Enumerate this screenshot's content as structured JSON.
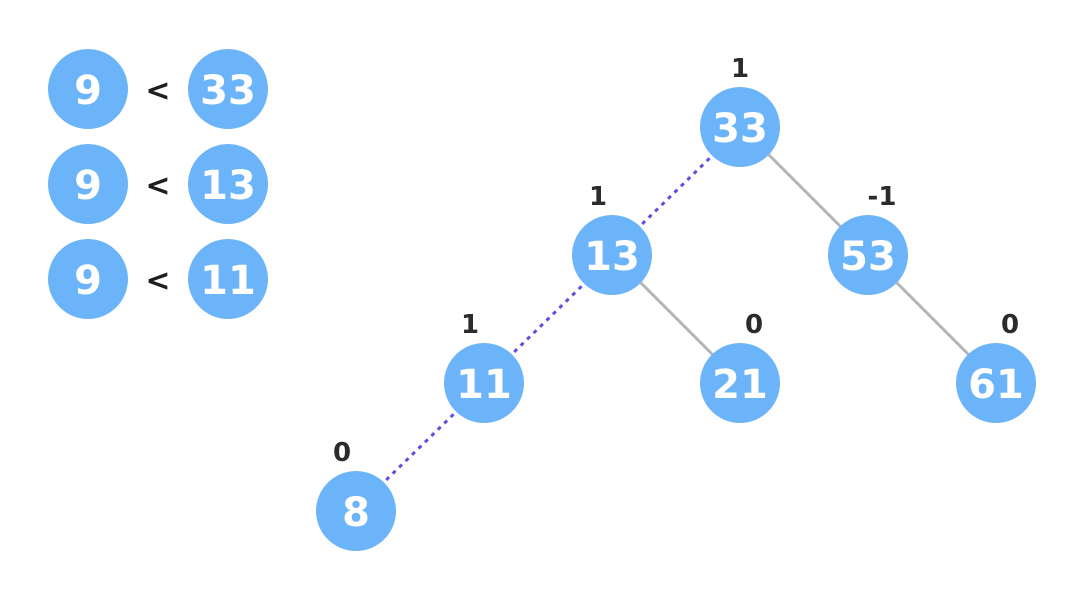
{
  "comparisons": [
    {
      "left": "9",
      "op": "<",
      "right": "33"
    },
    {
      "left": "9",
      "op": "<",
      "right": "13"
    },
    {
      "left": "9",
      "op": "<",
      "right": "11"
    }
  ],
  "tree": {
    "nodes": [
      {
        "id": "n33",
        "value": "33",
        "balance": "1"
      },
      {
        "id": "n13",
        "value": "13",
        "balance": "1"
      },
      {
        "id": "n53",
        "value": "53",
        "balance": "-1"
      },
      {
        "id": "n11",
        "value": "11",
        "balance": "1"
      },
      {
        "id": "n21",
        "value": "21",
        "balance": "0"
      },
      {
        "id": "n61",
        "value": "61",
        "balance": "0"
      },
      {
        "id": "n8",
        "value": "8",
        "balance": "0"
      }
    ],
    "edges": [
      {
        "from": "n33",
        "to": "n13",
        "style": "dashed"
      },
      {
        "from": "n33",
        "to": "n53",
        "style": "solid"
      },
      {
        "from": "n13",
        "to": "n11",
        "style": "dashed"
      },
      {
        "from": "n13",
        "to": "n21",
        "style": "solid"
      },
      {
        "from": "n53",
        "to": "n61",
        "style": "solid"
      },
      {
        "from": "n11",
        "to": "n8",
        "style": "dashed"
      }
    ]
  },
  "colors": {
    "node": "#6cb4fa",
    "node_text": "#ffffff",
    "edge": "#b5b5b5",
    "search_path": "#5a4fe0",
    "label_text": "#2b2b2b"
  }
}
